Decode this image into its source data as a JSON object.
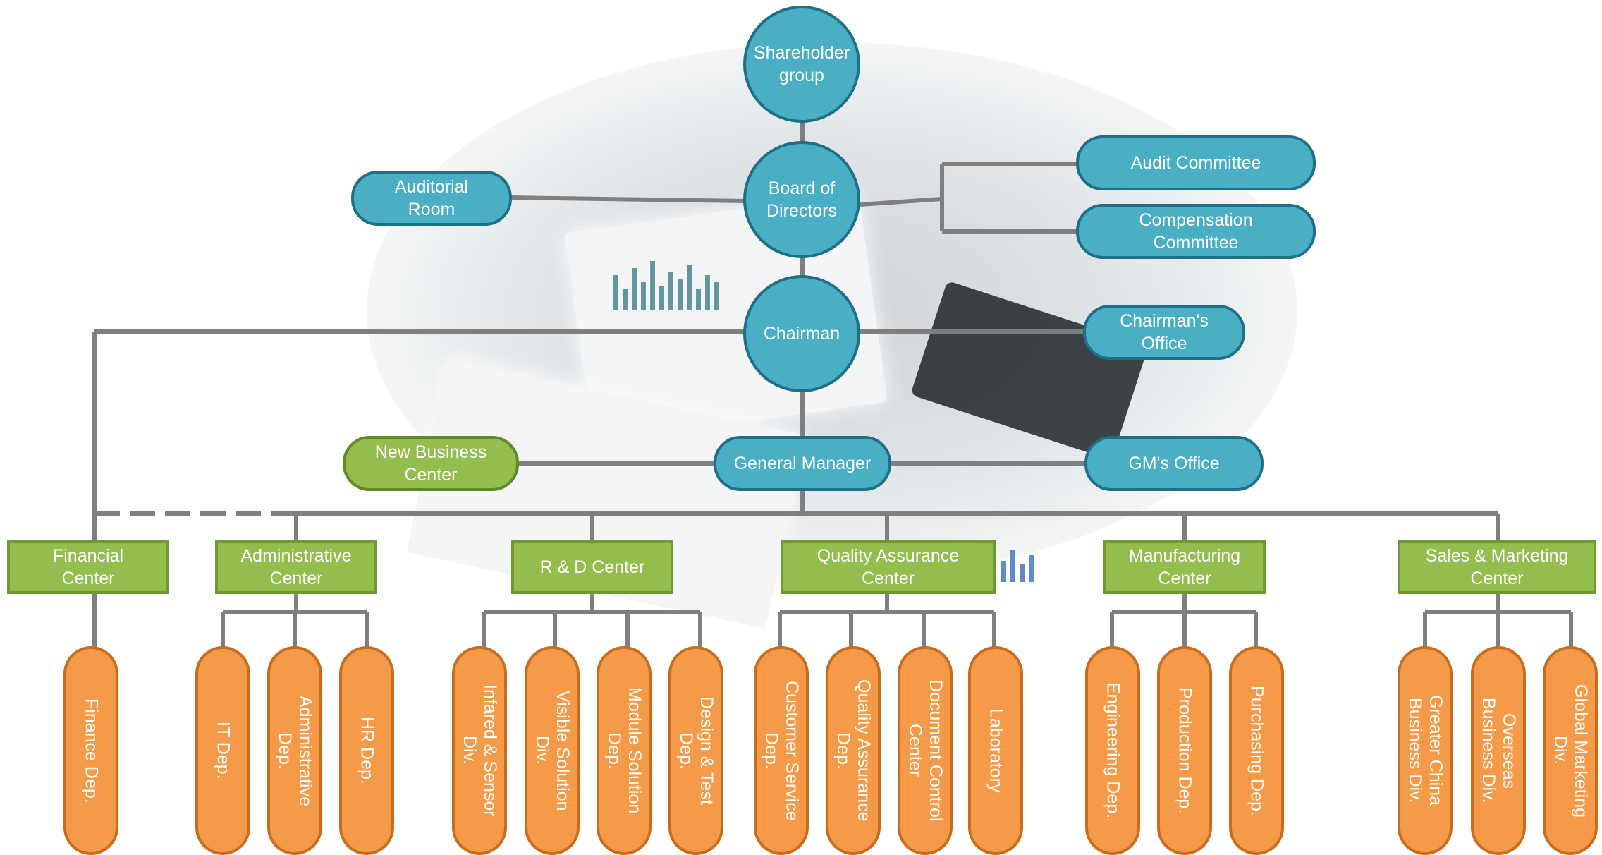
{
  "top": {
    "shareholder": "Shareholder group",
    "board": "Board of Directors",
    "chairman": "Chairman",
    "general_manager": "General Manager"
  },
  "side": {
    "auditorial_room": "Auditorial Room",
    "audit_committee": "Audit Committee",
    "compensation_committee": "Compensation Committee",
    "chairmans_office": "Chairman's Office",
    "new_business_center": "New Business Center",
    "gms_office": "GM's Office"
  },
  "centers": [
    {
      "name": "Financial Center",
      "depts": [
        "Finance Dep."
      ]
    },
    {
      "name": "Administrative Center",
      "depts": [
        "IT Dep.",
        "Administrative Dep.",
        "HR Dep."
      ]
    },
    {
      "name": "R & D Center",
      "depts": [
        "Infared & Sensor Div.",
        "Visible Solution Div.",
        "Module Solution Dep.",
        "Design & Test Dep."
      ]
    },
    {
      "name": "Quality Assurance Center",
      "depts": [
        "Customer Service Dep.",
        "Quality Assurance Dep.",
        "Document Control Center",
        "Laboratory"
      ]
    },
    {
      "name": "Manufacturing Center",
      "depts": [
        "Engineering Dep.",
        "Production Dep.",
        "Purchasing Dep."
      ]
    },
    {
      "name": "Sales & Marketing Center",
      "depts": [
        "Greater China Business Div.",
        "Overseas Business Div.",
        "Global Marketing Div."
      ]
    }
  ],
  "colors": {
    "executive": "#4aaec5",
    "executive_border": "#1f6f86",
    "center": "#93bd4d",
    "department": "#f59a48",
    "connector": "#7f7f7f"
  }
}
